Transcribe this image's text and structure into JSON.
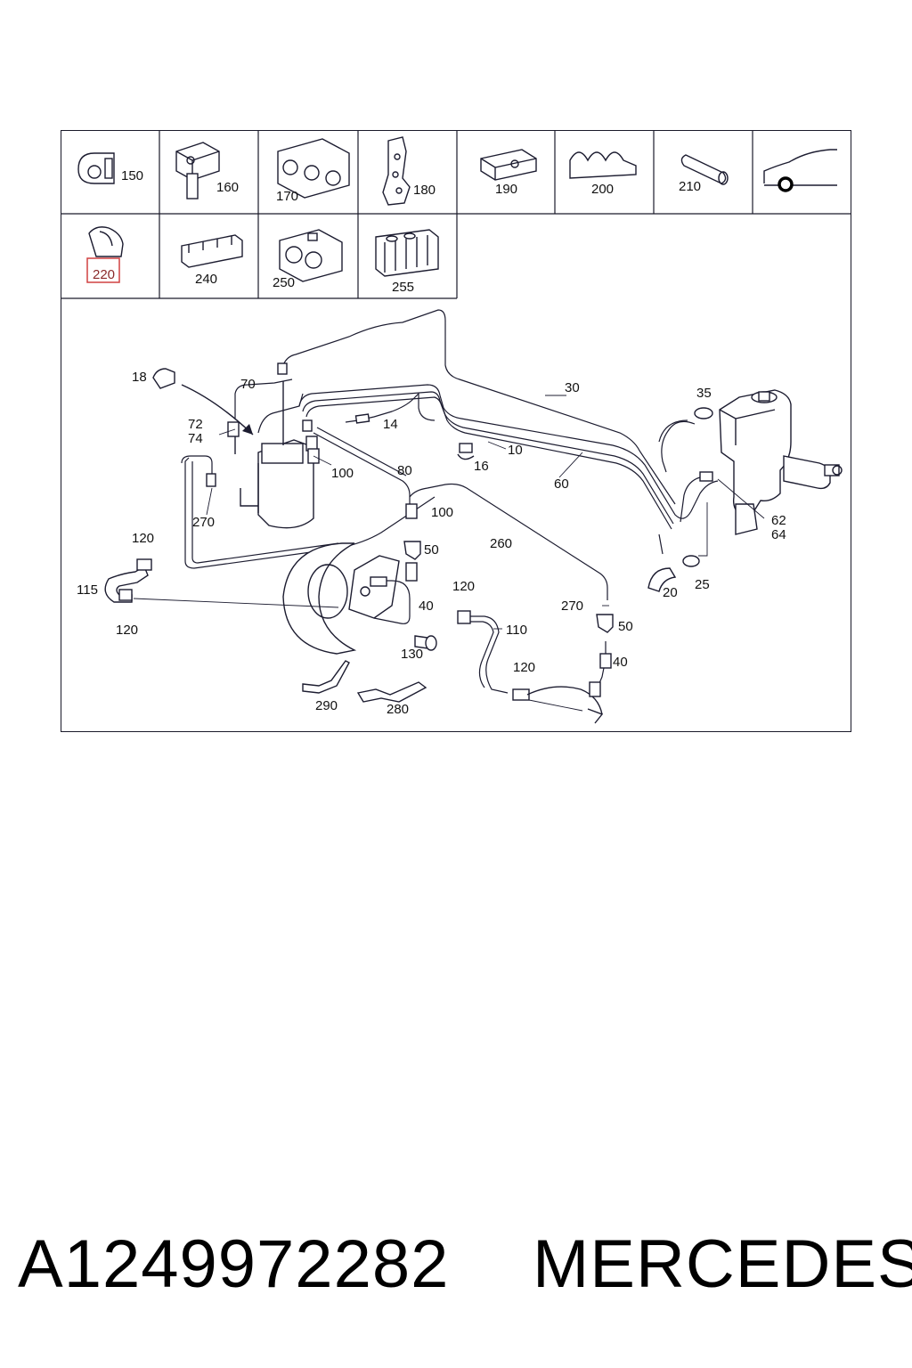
{
  "legend": {
    "row1": [
      {
        "id": "150",
        "label": "150"
      },
      {
        "id": "160",
        "label": "160"
      },
      {
        "id": "170",
        "label": "170"
      },
      {
        "id": "180",
        "label": "180"
      },
      {
        "id": "190",
        "label": "190"
      },
      {
        "id": "200",
        "label": "200"
      },
      {
        "id": "210",
        "label": "210"
      }
    ],
    "row2": [
      {
        "id": "220",
        "label": "220",
        "highlighted": true
      },
      {
        "id": "240",
        "label": "240"
      },
      {
        "id": "250",
        "label": "250"
      },
      {
        "id": "255",
        "label": "255"
      }
    ],
    "car_icon": "car-silhouette-icon"
  },
  "callouts": {
    "c18": "18",
    "c70": "70",
    "c72": "72",
    "c74": "74",
    "c14": "14",
    "c30": "30",
    "c35": "35",
    "c10": "10",
    "c16": "16",
    "c60": "60",
    "c100a": "100",
    "c100b": "100",
    "c80": "80",
    "c270a": "270",
    "c270b": "270",
    "c62": "62",
    "c64": "64",
    "c120a": "120",
    "c120b": "120",
    "c120c": "120",
    "c120d": "120",
    "c115": "115",
    "c50a": "50",
    "c50b": "50",
    "c260": "260",
    "c20": "20",
    "c25": "25",
    "c40a": "40",
    "c40b": "40",
    "c110": "110",
    "c130": "130",
    "c290": "290",
    "c280": "280"
  },
  "colors": {
    "highlight": "#d04040",
    "ink": "#1c1c30"
  },
  "footer": {
    "part_number": "A1249972282",
    "brand": "MERCEDES"
  }
}
